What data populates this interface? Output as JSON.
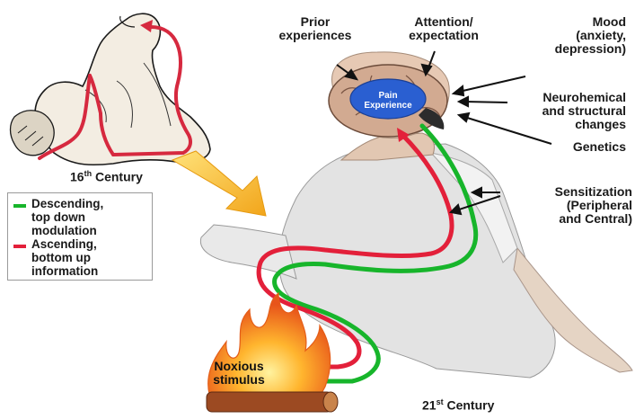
{
  "labels": {
    "prior": [
      "Prior",
      "experiences"
    ],
    "attention": [
      "Attention/",
      "expectation"
    ],
    "mood": [
      "Mood",
      "(anxiety,",
      "depression)"
    ],
    "neuro": [
      "Neurohemical",
      "and structural",
      "changes"
    ],
    "genetics": "Genetics",
    "sensitization": [
      "Sensitization",
      "(Peripheral",
      "and Central)"
    ],
    "pain": [
      "Pain",
      "Experience"
    ],
    "noxious": [
      "Noxious",
      "stimulus"
    ],
    "century16": {
      "num": "16",
      "sup": "th",
      "rest": " Century"
    },
    "century21": {
      "num": "21",
      "sup": "st",
      "rest": " Century"
    }
  },
  "legend": {
    "descending": [
      "Descending,",
      "top down",
      "modulation"
    ],
    "ascending": [
      "Ascending,",
      "bottom up",
      "information"
    ]
  },
  "colors": {
    "descending": "#17b52b",
    "ascending": "#e3203a",
    "arrow": "#f2b51d",
    "brain_core": "#2a5fd1"
  }
}
